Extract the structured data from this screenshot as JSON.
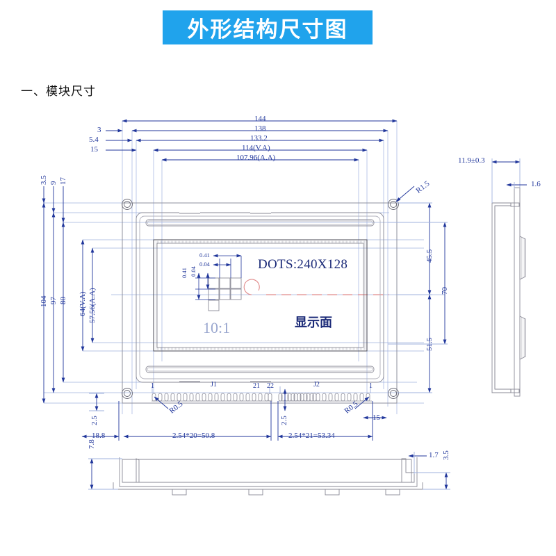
{
  "title_banner": {
    "text": "外形结构尺寸图"
  },
  "section": {
    "heading": "一、模块尺寸"
  },
  "display_area": {
    "dots_label": "DOTS:240X128",
    "face_label": "显示面",
    "scale_label": "10:1",
    "pixel_detail": {
      "pitch_h": "0.41",
      "gap_h": "0.04",
      "pitch_v": "0.41",
      "gap_v": "0.04"
    }
  },
  "front_view": {
    "top_dimensions": [
      "144",
      "138",
      "133.2",
      "114(V.A)",
      "107.96(A.A)"
    ],
    "left_offsets": [
      "3",
      "5.4",
      "15"
    ],
    "top_offsets": [
      "3.5",
      "9",
      "17"
    ],
    "left_dimensions": [
      "104",
      "97",
      "80",
      "64(V.A)",
      "57.56(A.A)"
    ],
    "right_dimensions": [
      "45.5",
      "70",
      "51.5"
    ],
    "corner_radius": "R1.5"
  },
  "connectors": {
    "j1": {
      "name": "J1",
      "pin_first": "1",
      "pin_last": "21",
      "pitch_note": "2.54*20=50.8",
      "pad_radius": "R0.5",
      "pad_height": "2.5"
    },
    "j2": {
      "name": "J2",
      "pin_first": "22",
      "pin_last": "1",
      "pitch_note": "2.54*21=53.34",
      "pad_radius": "R0.5",
      "pad_height": "2.5"
    },
    "left_offset": "18.8",
    "right_offset": "15"
  },
  "side_view": {
    "thickness": "11.9±0.3",
    "rib": "1.6"
  },
  "bottom_view": {
    "height": "7.8",
    "step": "3.5",
    "lip": "1.7"
  },
  "colors": {
    "banner": "#20a3ec",
    "dimension_blue": "#20369b",
    "outline_gray": "#8a8a96",
    "construction_blue": "#9fb0de",
    "centerline_red": "#e08a8a",
    "label_navy": "#1b2a78"
  }
}
